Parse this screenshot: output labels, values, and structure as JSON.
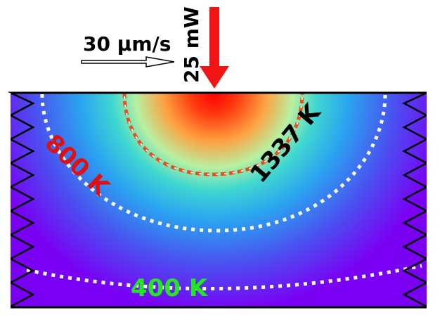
{
  "scan_speed": {
    "label": "30 μm/s"
  },
  "laser": {
    "label": "25 mW",
    "color": "#f01414"
  },
  "isotherms": [
    {
      "label": "1337 K",
      "label_color": "#000000",
      "line_color": "#e8501a"
    },
    {
      "label": "800 K",
      "label_color": "#e01010",
      "line_color": "#ffffff"
    },
    {
      "label": "400 K",
      "label_color": "#22e61e",
      "line_color": "#ffffff"
    }
  ],
  "colors": {
    "hot": "#ff0000",
    "warm": "#ffa040",
    "mid": "#a0f0a0",
    "cool": "#2aa4f0",
    "cold": "#4a50f0",
    "coldest": "#7a00f4"
  }
}
